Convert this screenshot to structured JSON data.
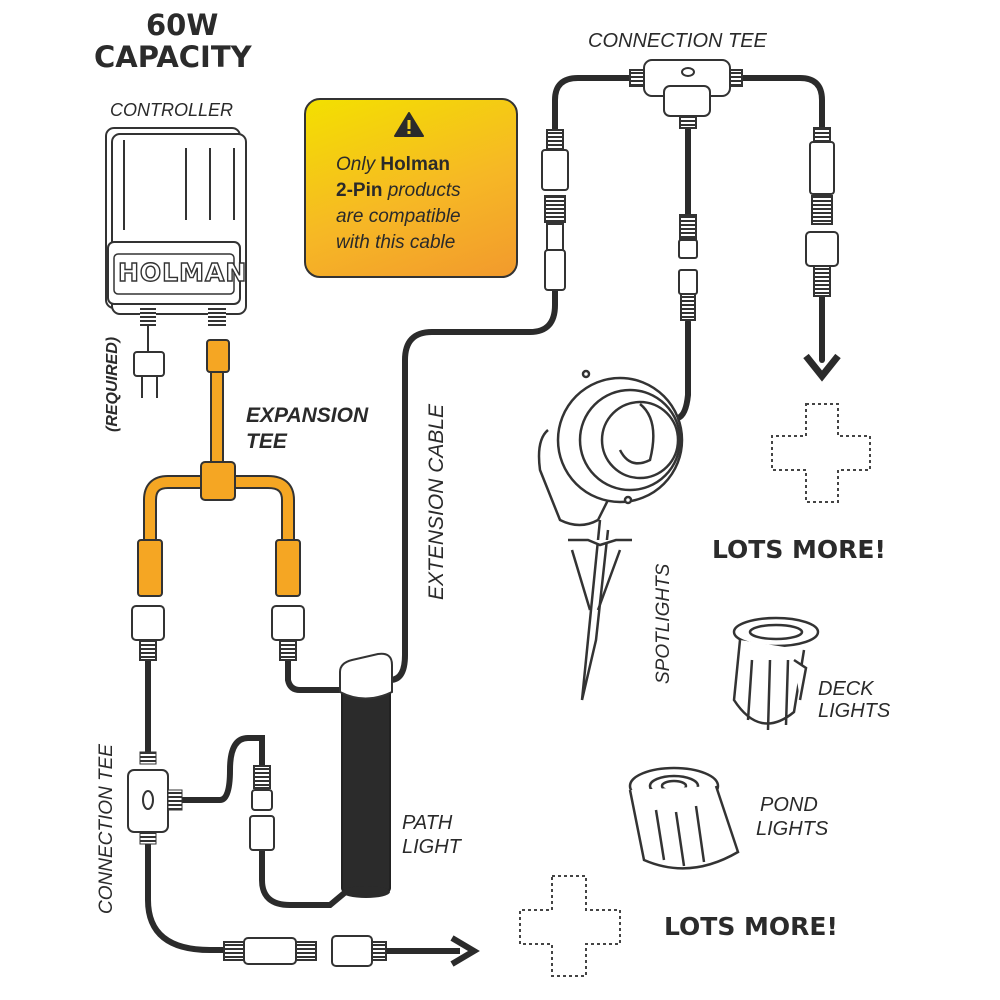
{
  "capacity": {
    "line1": "60W",
    "line2": "CAPACITY"
  },
  "controller": {
    "label": "CONTROLLER",
    "brand": "HOLMAN",
    "plug_note": "(REQUIRED)"
  },
  "warning": {
    "pre": "Only ",
    "brand": "Holman",
    "line2_bold": "2-Pin",
    "line2_rest": " products",
    "line3": "are compatible",
    "line4": "with this cable"
  },
  "labels": {
    "connection_tee_top": "CONNECTION TEE",
    "expansion_tee_1": "EXPANSION",
    "expansion_tee_2": "TEE",
    "extension_cable": "EXTENSION CABLE",
    "spotlights": "SPOTLIGHTS",
    "lots_more_right": "LOTS MORE!",
    "deck_lights_1": "DECK",
    "deck_lights_2": "LIGHTS",
    "pond_lights_1": "POND",
    "pond_lights_2": "LIGHTS",
    "path_light_1": "PATH",
    "path_light_2": "LIGHT",
    "connection_tee_left": "CONNECTION TEE",
    "lots_more_bottom": "LOTS MORE!"
  },
  "colors": {
    "cable": "#2b2b2b",
    "expansion": "#f5a623",
    "warning_top": "#f3e000",
    "warning_bottom": "#f29a2d"
  }
}
